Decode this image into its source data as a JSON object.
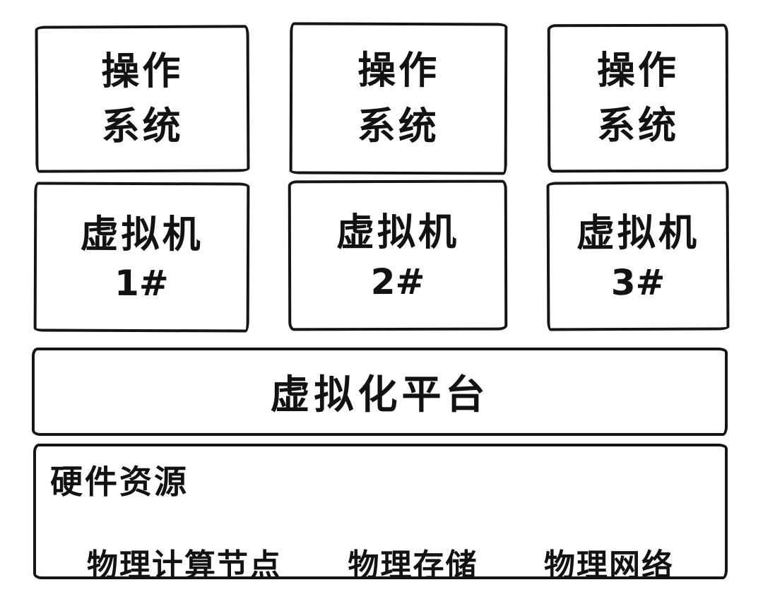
{
  "diagram": {
    "os_boxes": [
      {
        "line1": "操作",
        "line2": "系统"
      },
      {
        "line1": "操作",
        "line2": "系统"
      },
      {
        "line1": "操作",
        "line2": "系统"
      }
    ],
    "vm_boxes": [
      {
        "line1": "虚拟机",
        "line2": "1#"
      },
      {
        "line1": "虚拟机",
        "line2": "2#"
      },
      {
        "line1": "虚拟机",
        "line2": "3#"
      }
    ],
    "platform": {
      "label": "虚拟化平台"
    },
    "hardware": {
      "title": "硬件资源",
      "items": [
        "物理计算节点",
        "物理存储",
        "物理网络"
      ]
    }
  },
  "colors": {
    "border": "#151515",
    "background": "#ffffff",
    "text": "#121212"
  }
}
